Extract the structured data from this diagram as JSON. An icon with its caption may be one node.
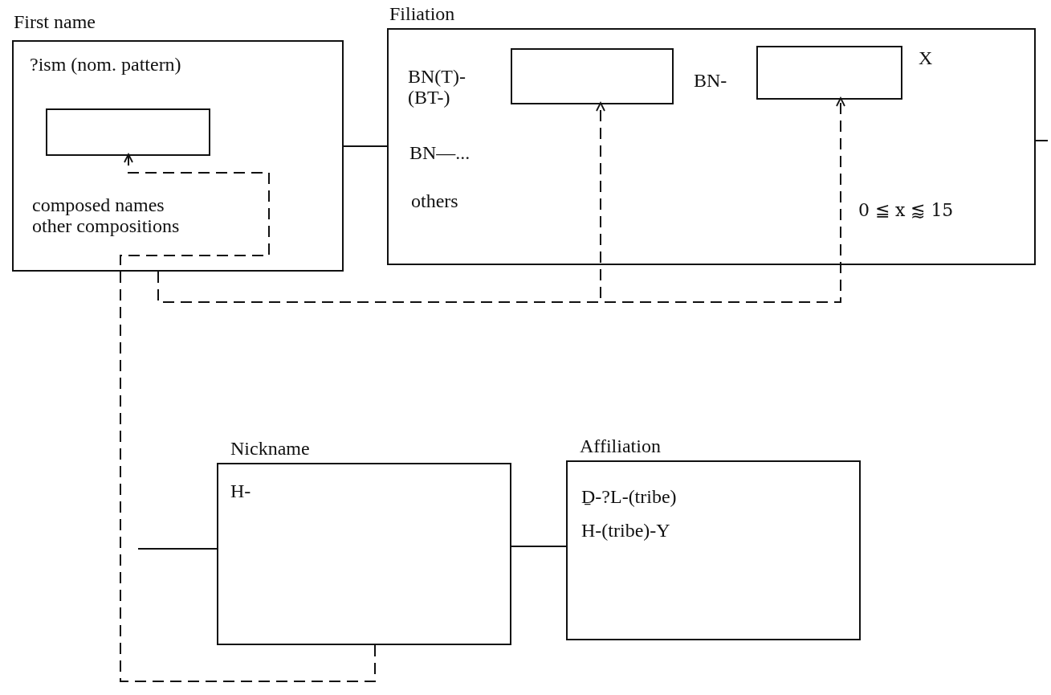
{
  "diagram": {
    "nodes": [
      {
        "text": [
          "First name",
          "?ism (nom. pattern)",
          "composed names other compositions"
        ]
      },
      {
        "text": [],
        "shape": "box",
        "in": 0
      },
      {
        "text": [
          "Filiation",
          "BN(T)- (BT-)",
          "BN-",
          "X",
          "BN—...",
          "others",
          "0 ≦ x ⪅ 15"
        ]
      },
      {
        "text": [],
        "shape": "box",
        "in": 2
      },
      {
        "text": [],
        "shape": "box",
        "in": 2
      },
      {
        "text": [
          "Nickname",
          "H-"
        ]
      },
      {
        "text": [
          "Affiliation",
          "Ḏ-?L-(tribe)",
          "H-(tribe)-Y"
        ]
      }
    ],
    "edges": [
      {
        "from": 0,
        "to": 2,
        "arrow": "none"
      },
      {
        "from": 2,
        "to": null,
        "arrow": "none"
      },
      {
        "from": null,
        "to": 5,
        "arrow": "none"
      },
      {
        "from": 5,
        "to": 6,
        "arrow": "none"
      },
      {
        "from": 0,
        "to": 3,
        "arrow": "to",
        "style": "dashed"
      },
      {
        "from": 0,
        "to": 4,
        "arrow": "to",
        "style": "dashed"
      },
      {
        "from": 5,
        "to": 1,
        "arrow": "to",
        "style": "dashed"
      }
    ]
  }
}
